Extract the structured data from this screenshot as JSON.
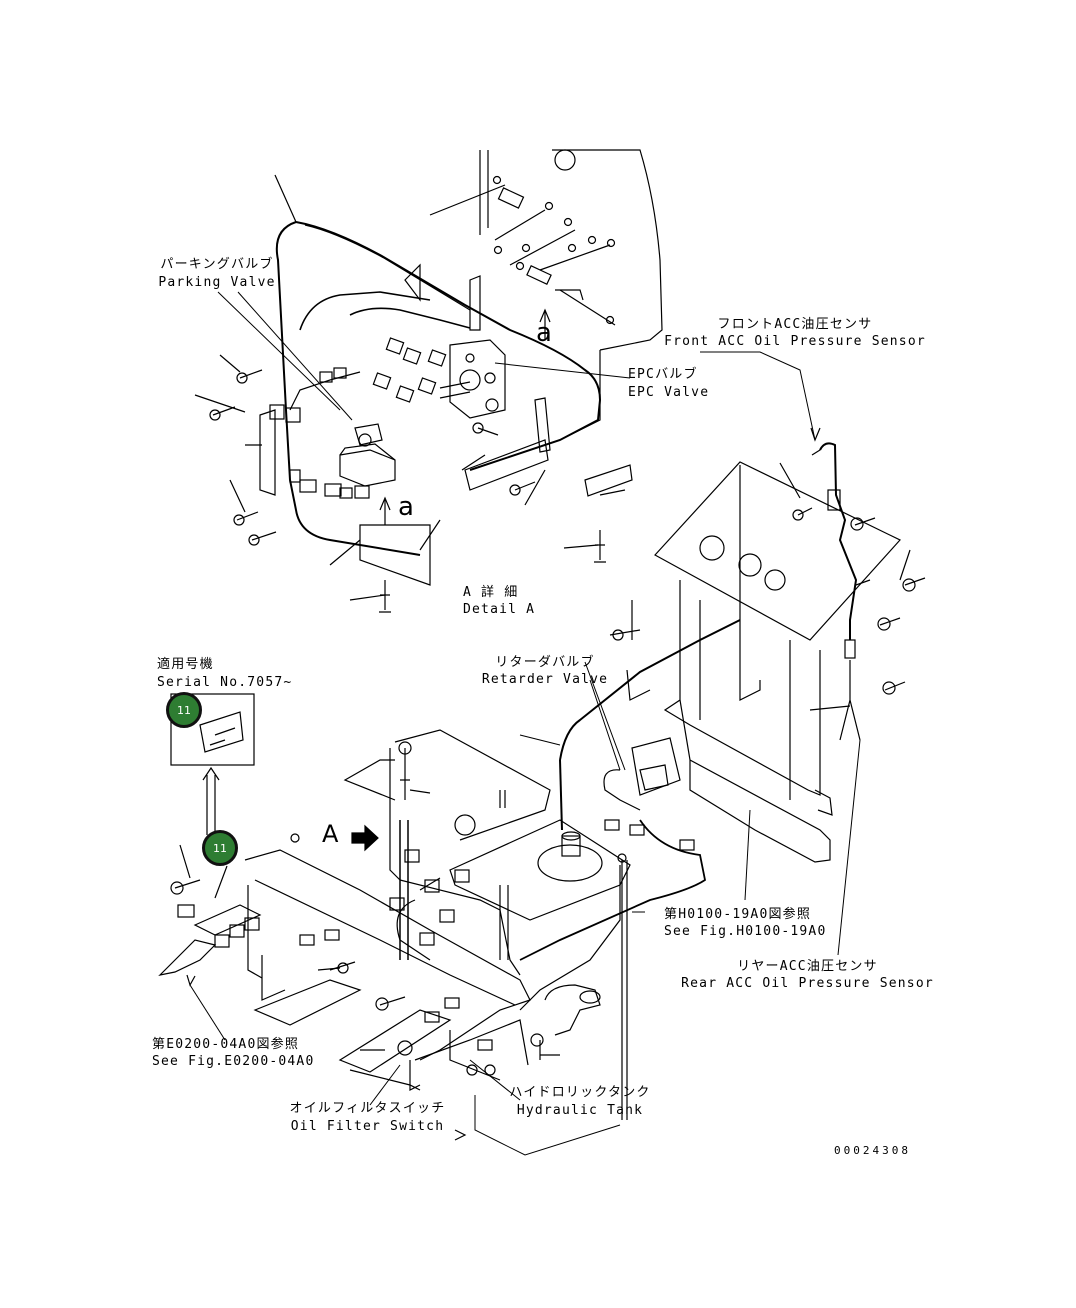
{
  "colors": {
    "callout_fill": "#2e7d32",
    "line": "#000000",
    "background": "#ffffff"
  },
  "labels": {
    "parking_valve_jp": "パーキングバルブ",
    "parking_valve_en": "Parking Valve",
    "front_acc_jp": "フロントACC油圧センサ",
    "front_acc_en": "Front ACC Oil Pressure Sensor",
    "epc_valve_jp": "EPCバルブ",
    "epc_valve_en": "EPC Valve",
    "detail_a_jp": "A 詳 細",
    "detail_a_en": "Detail A",
    "serial_jp": "適用号機",
    "serial_en": "Serial No.7057~",
    "retarder_jp": "リターダバルブ",
    "retarder_en": "Retarder Valve",
    "see_h0100_jp": "第H0100-19A0図参照",
    "see_h0100_en": "See Fig.H0100-19A0",
    "rear_acc_jp": "リヤーACC油圧センサ",
    "rear_acc_en": "Rear ACC Oil Pressure Sensor",
    "see_e0200_jp": "第E0200-04A0図参照",
    "see_e0200_en": "See Fig.E0200-04A0",
    "oil_filter_jp": "オイルフィルタスイッチ",
    "oil_filter_en": "Oil Filter Switch",
    "hyd_tank_jp": "ハイドロリックタンク",
    "hyd_tank_en": "Hydraulic Tank"
  },
  "view_letters": {
    "a_upper": "a",
    "a_lower": "a",
    "view_a": "A"
  },
  "callouts": [
    "11",
    "11"
  ],
  "doc_number": "00024308"
}
